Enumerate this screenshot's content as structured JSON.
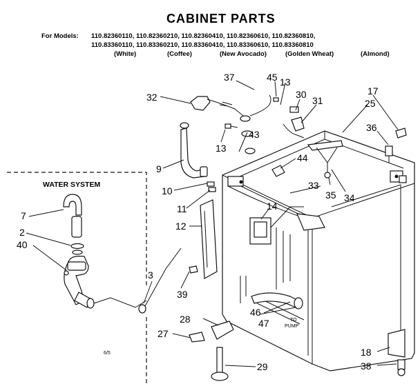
{
  "title": "CABINET PARTS",
  "models": {
    "prefix": "For Models:",
    "line1": "110.82360110, 110.82360210, 110.82360410, 110.82360610, 110.82360810,",
    "line2": "110.83360110, 110.83360210, 110.83360410, 110.83360610, 110.83360810",
    "colors": [
      "(White)",
      "(Coffee)",
      "(New Avocado)",
      "(Golden Wheat)",
      "(Almond)"
    ]
  },
  "inset_title": "WATER SYSTEM",
  "to_pump": [
    "TO",
    "PUMP"
  ],
  "page_code": "6/5",
  "callouts": [
    "37",
    "45",
    "13",
    "30",
    "31",
    "17",
    "25",
    "32",
    "13",
    "43",
    "36",
    "9",
    "44",
    "10",
    "33",
    "35",
    "34",
    "11",
    "14",
    "12",
    "7",
    "2",
    "40",
    "3",
    "39",
    "46",
    "47",
    "28",
    "27",
    "18",
    "29",
    "38"
  ]
}
